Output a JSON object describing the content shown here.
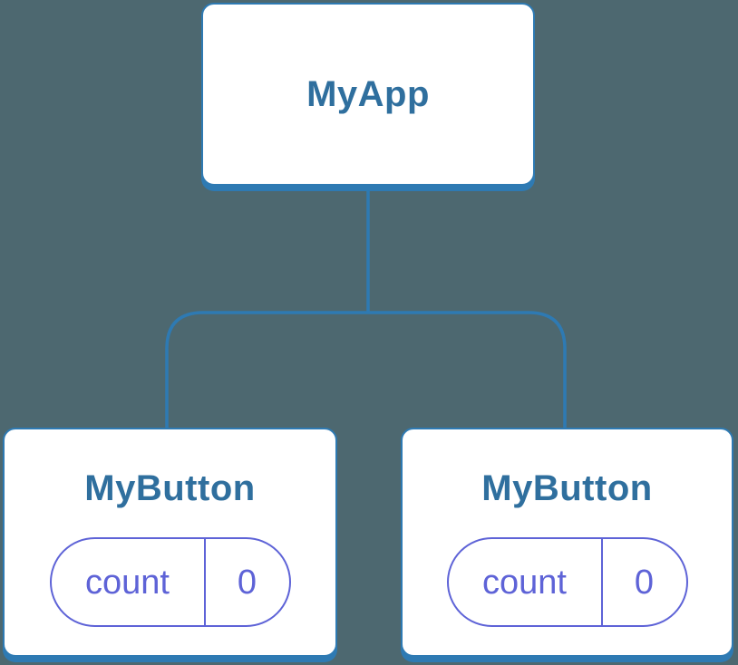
{
  "colors": {
    "background": "#4d6870",
    "accent_blue": "#2e7ab3",
    "text_blue": "#2f6f9e",
    "accent_purple": "#5e63d7",
    "node_fill": "#ffffff"
  },
  "diagram": {
    "type": "component-tree",
    "root": {
      "label": "MyApp"
    },
    "children": [
      {
        "label": "MyButton",
        "state": {
          "key": "count",
          "value": "0"
        }
      },
      {
        "label": "MyButton",
        "state": {
          "key": "count",
          "value": "0"
        }
      }
    ]
  }
}
